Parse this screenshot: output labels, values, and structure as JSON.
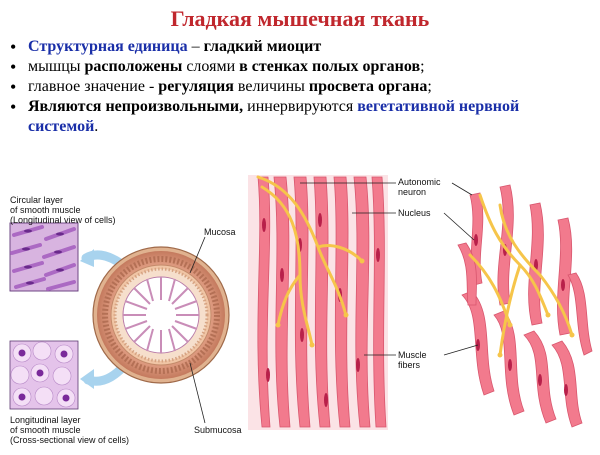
{
  "title": "Гладкая мышечная ткань",
  "bullets": [
    {
      "p1": "Структурная единица",
      "p2": " – ",
      "p3": "гладкий миоцит"
    },
    {
      "p1": "мышцы ",
      "p2": "расположены",
      "p3": " слоями ",
      "p4": "в стенках полых органов",
      "p5": ";"
    },
    {
      "p1": "главное значение - ",
      "p2": "регуляция",
      "p3": " величины ",
      "p4": "просвета органа",
      "p5": ";"
    },
    {
      "p1": "Являются непроизвольными,",
      "p2": " иннервируются ",
      "p3": "вегетативной нервной системой",
      "p4": "."
    }
  ],
  "labels": {
    "circular_1": "Circular layer",
    "circular_2": "of smooth muscle",
    "circular_3": "(Longitudinal view of cells)",
    "longitudinal_1": "Longitudinal layer",
    "longitudinal_2": "of smooth muscle",
    "longitudinal_3": "(Cross-sectional view of cells)",
    "mucosa": "Mucosa",
    "submucosa": "Submucosa",
    "autonomic_1": "Autonomic",
    "autonomic_2": "neuron",
    "nucleus": "Nucleus",
    "muscle_1": "Muscle",
    "muscle_2": "fibers"
  },
  "colors": {
    "title": "#c0272d",
    "blue_text": "#1a2fa8",
    "muscle_pink": "#f07a8a",
    "neuron_yellow": "#f6c54a",
    "nucleus_red": "#b8204a",
    "tissue_purple": "#c79bd8"
  }
}
